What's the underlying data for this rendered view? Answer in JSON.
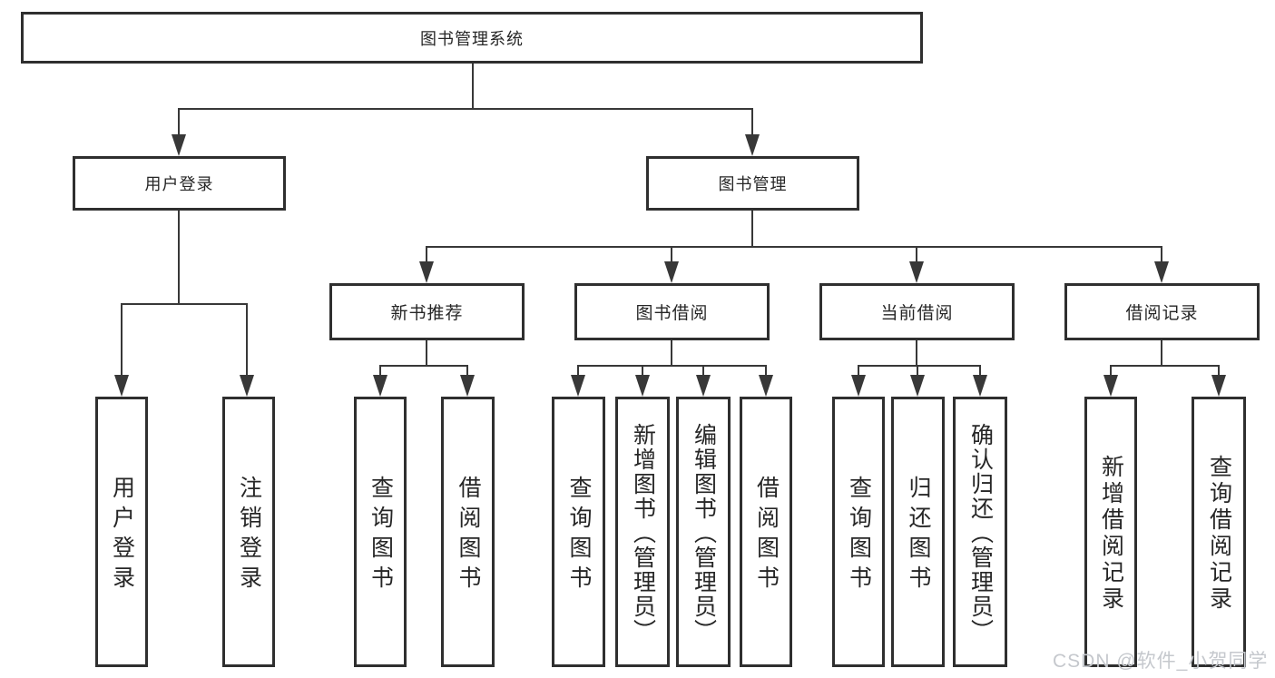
{
  "diagram": {
    "type": "tree",
    "root": {
      "label": "图书管理系统"
    },
    "level2": [
      {
        "label": "用户登录",
        "parent": "图书管理系统"
      },
      {
        "label": "图书管理",
        "parent": "图书管理系统"
      }
    ],
    "level3": [
      {
        "label": "新书推荐",
        "parent": "图书管理"
      },
      {
        "label": "图书借阅",
        "parent": "图书管理"
      },
      {
        "label": "当前借阅",
        "parent": "图书管理"
      },
      {
        "label": "借阅记录",
        "parent": "图书管理"
      }
    ],
    "leaves": [
      {
        "label": "用户登录",
        "parent": "用户登录"
      },
      {
        "label": "注销登录",
        "parent": "用户登录"
      },
      {
        "label": "查询图书",
        "parent": "新书推荐"
      },
      {
        "label": "借阅图书",
        "parent": "新书推荐"
      },
      {
        "label": "查询图书",
        "parent": "图书借阅"
      },
      {
        "label": "新增图书（管理员）",
        "parent": "图书借阅"
      },
      {
        "label": "编辑图书（管理员）",
        "parent": "图书借阅"
      },
      {
        "label": "借阅图书",
        "parent": "图书借阅"
      },
      {
        "label": "查询图书",
        "parent": "当前借阅"
      },
      {
        "label": "归还图书",
        "parent": "当前借阅"
      },
      {
        "label": "确认归还（管理员）",
        "parent": "当前借阅"
      },
      {
        "label": "新增借阅记录",
        "parent": "借阅记录"
      },
      {
        "label": "查询借阅记录",
        "parent": "借阅记录"
      }
    ],
    "watermark": "CSDN @软件_小贺同学",
    "colors": {
      "line": "#383838",
      "box_border": "#2f2f2f",
      "text": "#262626",
      "watermark": "#c5c8cd",
      "background": "#ffffff"
    }
  }
}
